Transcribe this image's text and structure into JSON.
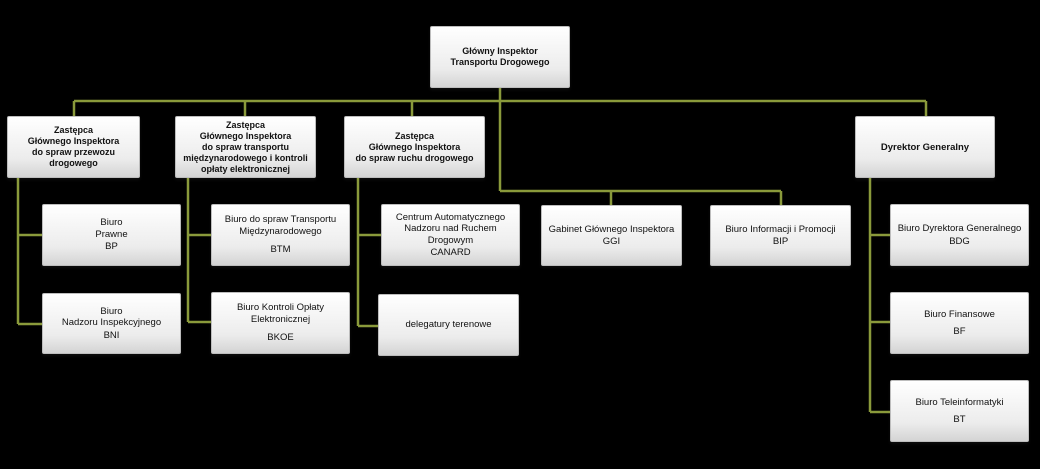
{
  "colors": {
    "connector": "#8a9a3b",
    "background": "#000000",
    "box": "#f2f2f2"
  },
  "top": {
    "line1": "Główny Inspektor",
    "line2": "Transportu Drogowego"
  },
  "deputies": [
    {
      "lines": [
        "Zastępca",
        "Głównego Inspektora",
        "do spraw przewozu",
        "drogowego"
      ]
    },
    {
      "lines": [
        "Zastępca",
        "Głównego Inspektora",
        "do spraw transportu",
        "międzynarodowego i kontroli",
        "opłaty elektronicznej"
      ]
    },
    {
      "lines": [
        "Zastępca",
        "Głównego Inspektora",
        "do spraw ruchu drogowego"
      ]
    }
  ],
  "director": {
    "label": "Dyrektor Generalny"
  },
  "units": {
    "bp": {
      "lines": [
        "Biuro",
        "Prawne"
      ],
      "code": "BP"
    },
    "bni": {
      "lines": [
        "Biuro",
        "Nadzoru Inspekcyjnego"
      ],
      "code": "BNI"
    },
    "btm": {
      "lines": [
        "Biuro do spraw Transportu",
        "Międzynarodowego"
      ],
      "code": "BTM"
    },
    "bkoe": {
      "lines": [
        "Biuro Kontroli Opłaty",
        "Elektronicznej"
      ],
      "code": "BKOE"
    },
    "canard": {
      "lines": [
        "Centrum Automatycznego",
        "Nadzoru nad Ruchem",
        "Drogowym"
      ],
      "code": "CANARD"
    },
    "delegatury": {
      "lines": [
        "delegatury terenowe"
      ],
      "code": ""
    },
    "ggi": {
      "lines": [
        "Gabinet Głównego Inspektora"
      ],
      "code": "GGI"
    },
    "bip": {
      "lines": [
        "Biuro Informacji i Promocji"
      ],
      "code": "BIP"
    },
    "bdg": {
      "lines": [
        "Biuro Dyrektora Generalnego"
      ],
      "code": "BDG"
    },
    "bf": {
      "lines": [
        "Biuro Finansowe"
      ],
      "code": "BF"
    },
    "bt": {
      "lines": [
        "Biuro Teleinformatyki"
      ],
      "code": "BT"
    }
  }
}
